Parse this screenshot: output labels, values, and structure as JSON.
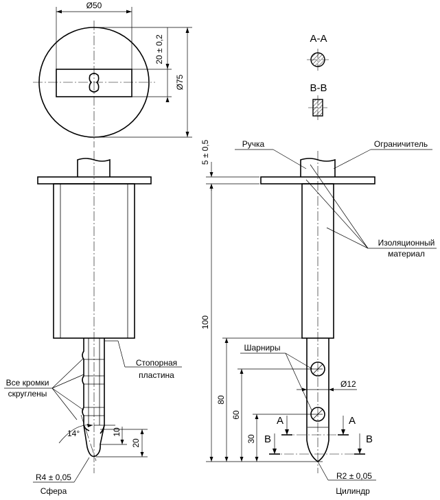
{
  "top_view": {
    "dim_diameter_50": "Ø50",
    "dim_diameter_75": "Ø75",
    "dim_slot": "20 ± 0,2"
  },
  "sections": {
    "aa_label": "A-A",
    "bb_label": "B-B"
  },
  "side_view": {
    "dim_5": "5 ± 0,5",
    "dim_100": "100",
    "dim_80": "80",
    "dim_60": "60",
    "dim_30": "30",
    "dim_12": "Ø12",
    "dim_r2": "R2 ± 0,05",
    "label_handle": "Ручка",
    "label_limiter": "Ограничитель",
    "label_insulating_1": "Изоляционный",
    "label_insulating_2": "материал",
    "label_hinges": "Шарниры",
    "label_cylinder": "Цилиндр",
    "section_a": "A",
    "section_b": "B"
  },
  "front_view": {
    "label_stop_1": "Стопорная",
    "label_stop_2": "пластина",
    "label_edges_1": "Все кромки",
    "label_edges_2": "скруглены",
    "dim_angle": "14°",
    "dim_10": "10",
    "dim_20": "20",
    "dim_r4": "R4 ± 0,05",
    "label_sphere": "Сфера"
  }
}
